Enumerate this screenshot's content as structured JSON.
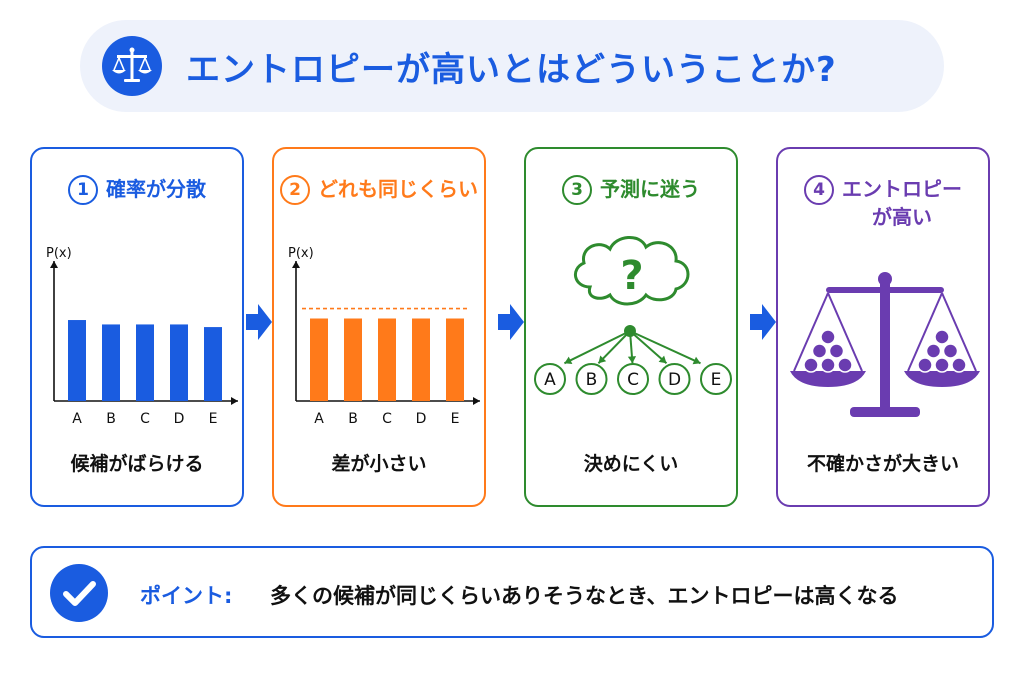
{
  "title": "エントロピーが高いとはどういうことか?",
  "panels": [
    {
      "number": "1",
      "title": "確率が分散",
      "caption": "候補がばらける"
    },
    {
      "number": "2",
      "title": "どれも同じくらい",
      "caption": "差が小さい"
    },
    {
      "number": "3",
      "title": "予測に迷う",
      "caption": "決めにくい"
    },
    {
      "number": "4",
      "title": "エントロピーが高い",
      "caption": "不確かさが大きい"
    }
  ],
  "chart_data": [
    {
      "type": "bar",
      "ylabel": "P(x)",
      "categories": [
        "A",
        "B",
        "C",
        "D",
        "E"
      ],
      "values": [
        0.92,
        0.87,
        0.87,
        0.87,
        0.84
      ],
      "ylim": [
        0,
        1.5
      ],
      "color": "#1a5ce0"
    },
    {
      "type": "bar",
      "ylabel": "P(x)",
      "categories": [
        "A",
        "B",
        "C",
        "D",
        "E"
      ],
      "values": [
        1.0,
        1.0,
        1.0,
        1.0,
        1.0
      ],
      "reference_line": 1.12,
      "ylim": [
        0,
        1.6
      ],
      "color": "#ff7a1a"
    }
  ],
  "options": [
    "A",
    "B",
    "C",
    "D",
    "E"
  ],
  "question_mark": "?",
  "point": {
    "label": "ポイント:",
    "text": "多くの候補が同じくらいありそうなとき、エントロピーは高くなる"
  },
  "colors": {
    "blue": "#1a5ce0",
    "orange": "#ff7a1a",
    "green": "#2e8b2e",
    "purple": "#6a3cb0"
  }
}
